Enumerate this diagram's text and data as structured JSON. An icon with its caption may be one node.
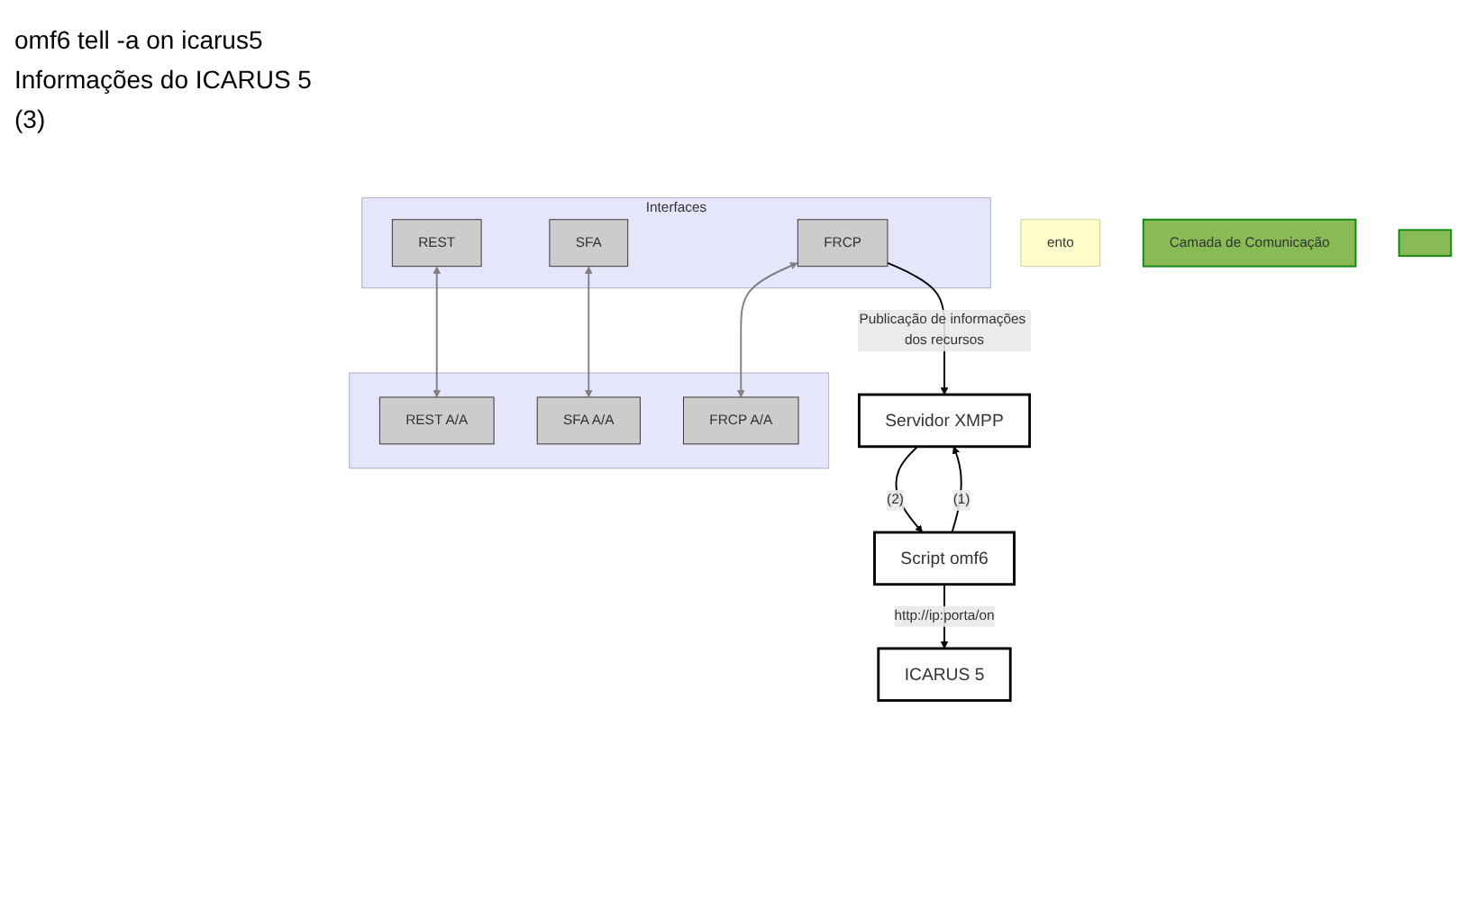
{
  "diagram": {
    "nodes": [
      {
        "text": [
          "Servidor XMPP"
        ]
      },
      {
        "text": [
          "Script omf6"
        ]
      },
      {
        "text": [
          "ICARUS 5"
        ]
      },
      {
        "text": [
          "ento"
        ]
      },
      {
        "text": [
          "Camada de Comunicação"
        ]
      },
      {
        "text": [
          "Interfaces"
        ]
      },
      {
        "text": [
          "REST"
        ],
        "in": 5
      },
      {
        "text": [
          "SFA"
        ],
        "in": 5
      },
      {
        "text": [
          "FRCP"
        ],
        "in": 5
      },
      {
        "text": [],
        "shape": "box"
      },
      {
        "text": [],
        "shape": "box"
      },
      {
        "text": [
          "REST A/A"
        ],
        "in": 10
      },
      {
        "text": [
          "SFA A/A"
        ],
        "in": 10
      },
      {
        "text": [
          "FRCP A/A"
        ],
        "in": 10
      }
    ],
    "edges": [
      {
        "from": 1,
        "to": 0,
        "arrow": "to",
        "label": "(1)"
      },
      {
        "from": 0,
        "to": 1,
        "arrow": "to",
        "label": "(2)"
      },
      {
        "from": 1,
        "to": 2,
        "arrow": "to",
        "label": "http://ip:porta/on"
      },
      {
        "from": 8,
        "to": 0,
        "arrow": "to",
        "label": "Publicação de informações dos recursos"
      },
      {
        "from": 6,
        "to": 11,
        "arrow": "both",
        "color": "#808080"
      },
      {
        "from": 7,
        "to": 12,
        "arrow": "both",
        "color": "#808080"
      },
      {
        "from": 8,
        "to": 13,
        "arrow": "both",
        "color": "#808080"
      }
    ],
    "labels": [
      "omf6 tell -a on icarus5",
      "Informações do ICARUS 5",
      "(3)"
    ]
  }
}
